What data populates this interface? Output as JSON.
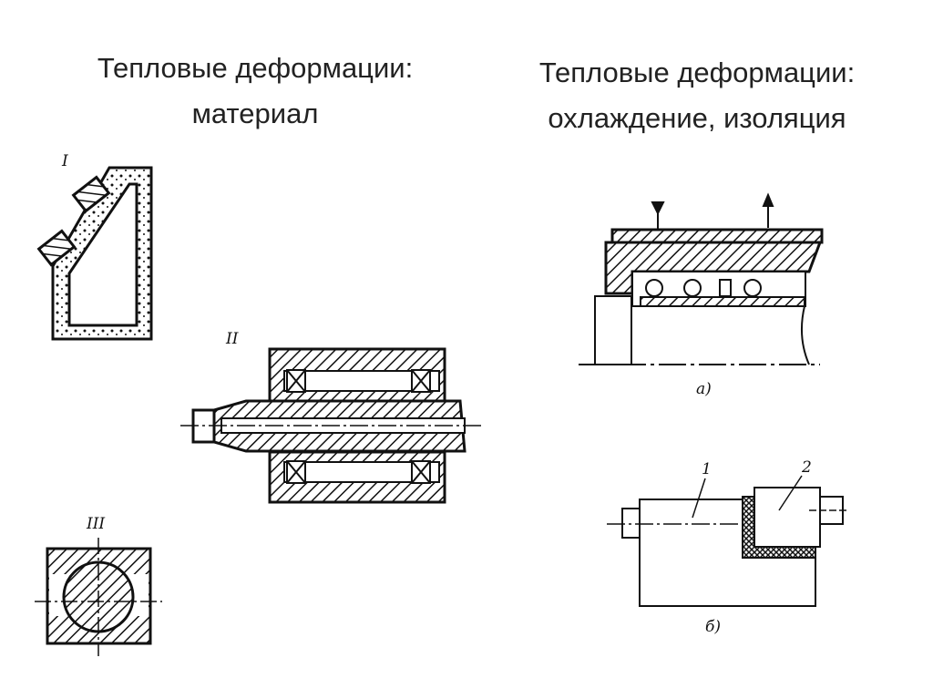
{
  "left_title": {
    "line1": "Тепловые деформации:",
    "line2": "материал"
  },
  "right_title": {
    "line1": "Тепловые деформации:",
    "line2": "охлаждение, изоляция"
  },
  "figures": {
    "fig1": "I",
    "fig2": "II",
    "fig3": "III",
    "fig_a": "а)",
    "fig_b": "б)",
    "part1": "1",
    "part2": "2"
  }
}
